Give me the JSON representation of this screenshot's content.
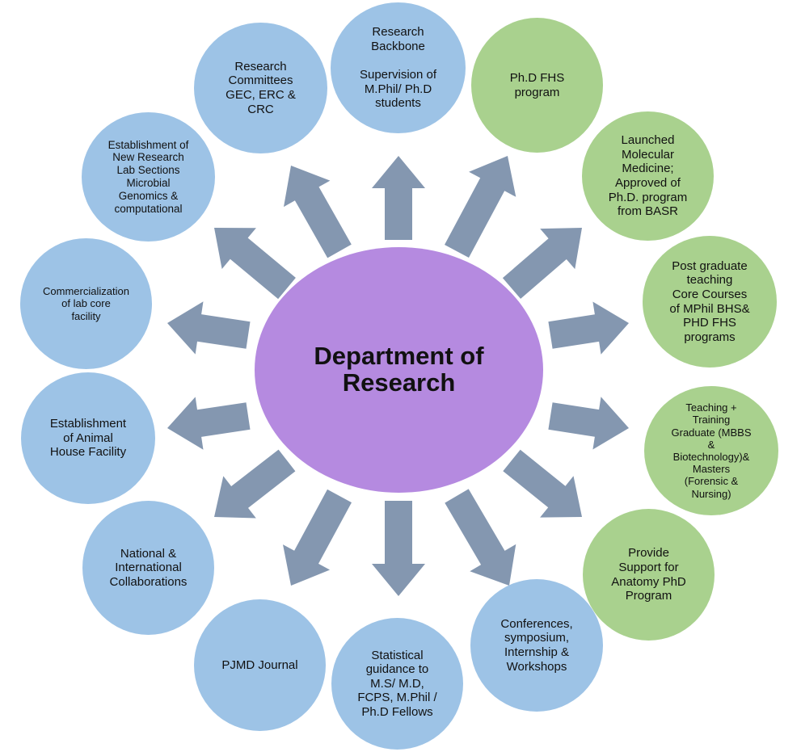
{
  "center": {
    "line1": "Department of",
    "line2": "Research"
  },
  "colors": {
    "center": "#b58ae0",
    "blue": "#9dc3e6",
    "green": "#a9d18e",
    "arrow": "#8497b0"
  },
  "nodes": {
    "research_backbone": [
      "Research",
      "Backbone",
      "",
      "Supervision of",
      "M.Phil/ Ph.D",
      "students"
    ],
    "phd_fhs": [
      "Ph.D FHS",
      "program"
    ],
    "molecular_medicine": [
      "Launched",
      "Molecular",
      "Medicine;",
      "Approved of",
      "Ph.D. program",
      "from BASR"
    ],
    "postgraduate_teaching": [
      "Post graduate",
      "teaching",
      "Core Courses",
      "of MPhil BHS&",
      "PHD FHS",
      "programs"
    ],
    "teaching_training": [
      "Teaching +",
      "Training",
      "Graduate (MBBS",
      "&",
      "Biotechnology)&",
      "Masters",
      "(Forensic &",
      "Nursing)"
    ],
    "anatomy_phd": [
      "Provide",
      "Support for",
      "Anatomy PhD",
      "Program"
    ],
    "conferences": [
      "Conferences,",
      "symposium,",
      "Internship &",
      "Workshops"
    ],
    "statistical_guidance": [
      "Statistical",
      "guidance to",
      "M.S/ M.D,",
      "FCPS, M.Phil /",
      "Ph.D Fellows"
    ],
    "pjmd_journal": [
      "PJMD Journal"
    ],
    "collaborations": [
      "National &",
      "International",
      "Collaborations"
    ],
    "animal_house": [
      "Establishment",
      "of Animal",
      "House Facility"
    ],
    "commercialization": [
      "Commercialization",
      "of lab core",
      "facility"
    ],
    "new_lab_sections": [
      "Establishment of",
      "New Research",
      "Lab Sections",
      "Microbial",
      "Genomics &",
      "computational"
    ],
    "research_committees": [
      "Research",
      "Committees",
      "GEC, ERC &",
      "CRC"
    ]
  }
}
